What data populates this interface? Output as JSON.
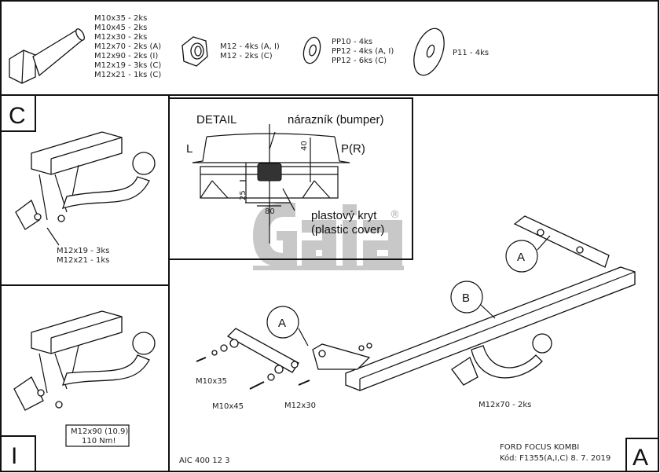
{
  "hardware": {
    "bolts": [
      "M10x35 - 2ks",
      "M10x45 - 2ks",
      "M12x30 - 2ks",
      "M12x70 - 2ks (A)",
      "M12x90 - 2ks (I)",
      "M12x19 - 3ks (C)",
      "M12x21 - 1ks (C)"
    ],
    "nuts": [
      "M12 - 4ks (A, I)",
      "M12 - 2ks (C)"
    ],
    "washers": [
      "PP10 - 4ks",
      "PP12 - 4ks (A, I)",
      "PP12 - 6ks (C)"
    ],
    "large_washer": [
      "P11 - 4ks"
    ]
  },
  "panel_c": {
    "letter": "C",
    "labels": [
      "M12x19 - 3ks",
      "M12x21 - 1ks"
    ]
  },
  "panel_i": {
    "letter": "I",
    "labels": [
      "M12x90 (10.9)",
      "110 Nm!"
    ]
  },
  "detail": {
    "title": "DETAIL",
    "bumper": "nárazník (bumper)",
    "left": "L",
    "right": "P(R)",
    "dim_40": "40",
    "dim_25": "25",
    "dim_80": "80",
    "cover_1": "plastový kryt",
    "cover_2": "(plastic cover)"
  },
  "logo": {
    "text": "Gaia",
    "registered": "®"
  },
  "main": {
    "callout_a1": "A",
    "callout_a2": "A",
    "callout_b": "B",
    "labels": {
      "m10x35": "M10x35",
      "m10x45": "M10x45",
      "m12x30": "M12x30",
      "m12x70": "M12x70 - 2ks"
    }
  },
  "footer": {
    "drawing_no": "AIC 400 12 3",
    "vehicle": "FORD FOCUS KOMBI",
    "code": "Kód: F1355(A,I,C)  8. 7. 2019",
    "letter": "A"
  }
}
